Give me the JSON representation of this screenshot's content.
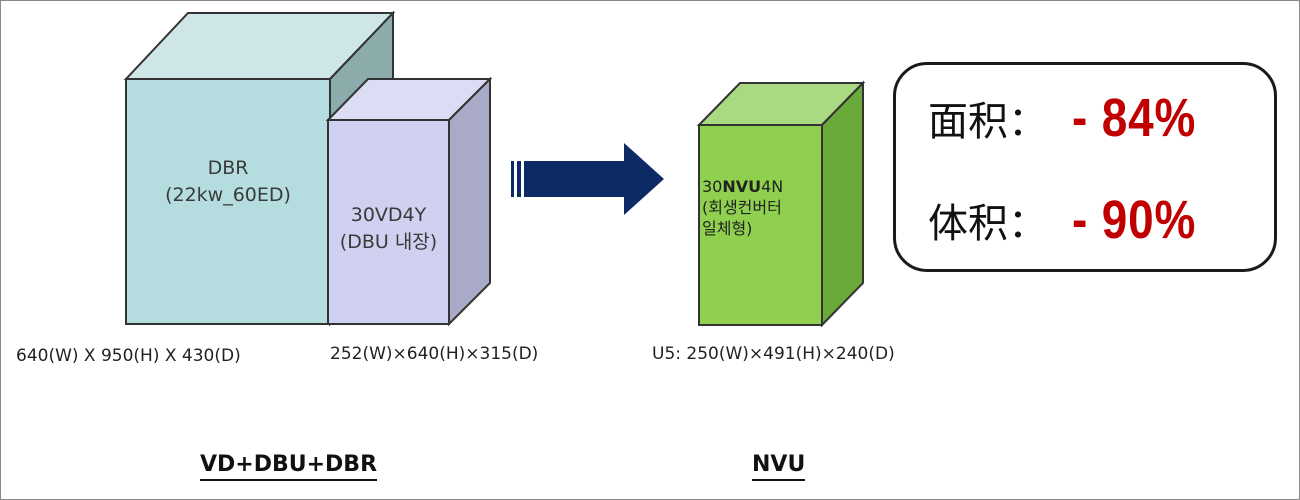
{
  "colors": {
    "dbr_front": "#b5dde0",
    "vd_front": "#d0d0f0",
    "nvu_front": "#8fd14f",
    "arrow": "#0b2a66",
    "highlight": "#c00000"
  },
  "boxes": {
    "dbr": {
      "line1": "DBR",
      "line2": "(22kw_60ED)",
      "dims": "640(W)  X  950(H)  X  430(D)"
    },
    "vd": {
      "line1": "30VD4Y",
      "line2": "(DBU 내장)",
      "dims": "252(W)×640(H)×315(D)"
    },
    "nvu": {
      "line1_pre": "30",
      "line1_bold": "NVU",
      "line1_post": "4N",
      "line2": "(회생컨버터",
      "line3": "일체형)",
      "dims": "U5: 250(W)×491(H)×240(D)"
    }
  },
  "captions": {
    "left": "VD+DBU+DBR",
    "right": "NVU"
  },
  "results": {
    "area_label": "面积：",
    "area_value": "- 84%",
    "volume_label": "体积：",
    "volume_value": "- 90%"
  }
}
